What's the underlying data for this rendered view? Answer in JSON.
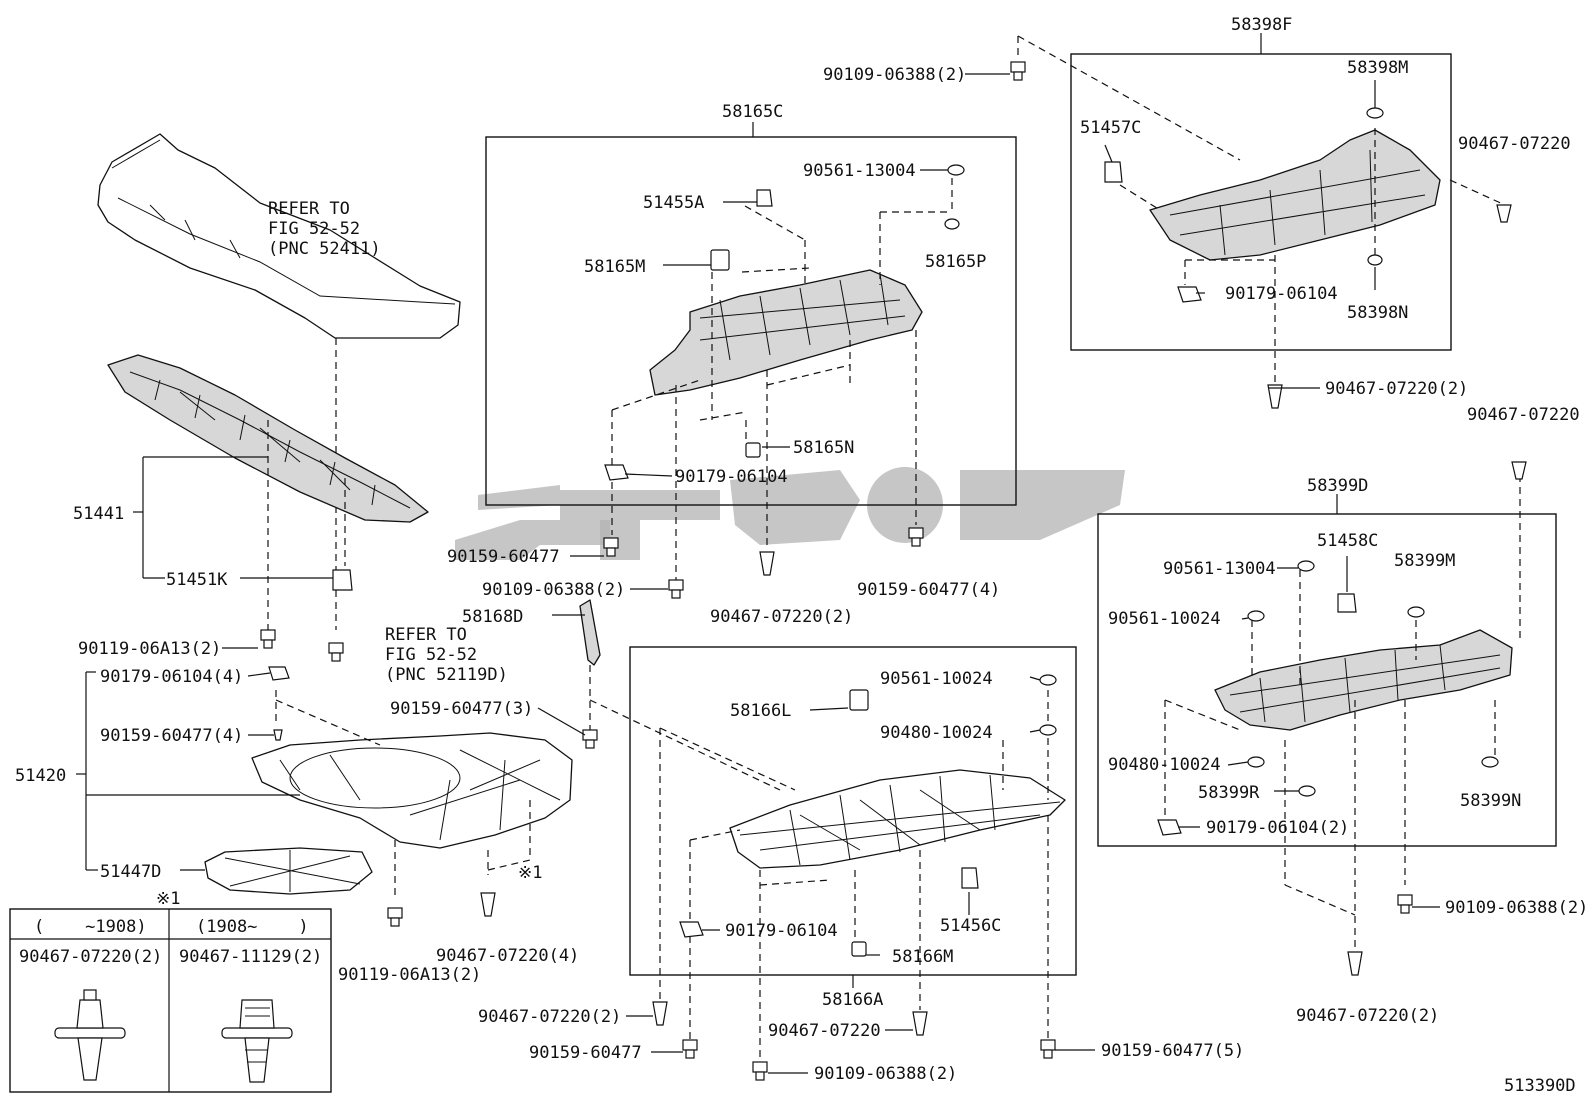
{
  "diagram_id": "513390D",
  "refer_labels": {
    "bumper": [
      "REFER TO",
      "FIG 52-52",
      "(PNC 52411)"
    ],
    "clip": [
      "REFER TO",
      "FIG 52-52",
      "(PNC 52119D)"
    ]
  },
  "group_labels": {
    "g58165C": "58165C",
    "g58398F": "58398F",
    "g58399D": "58399D",
    "g58166A": "58166A",
    "g51441": "51441",
    "g51420": "51420"
  },
  "part_labels": {
    "p90109_06388_2_top": "90109-06388(2)",
    "p58398M": "58398M",
    "p51457C": "51457C",
    "p90467_07220_a": "90467-07220",
    "p90179_06104_a": "90179-06104",
    "p58398N": "58398N",
    "p90467_07220_2_a": "90467-07220(2)",
    "p90467_07220_b": "90467-07220",
    "p90561_13004_a": "90561-13004",
    "p51455A": "51455A",
    "p58165M": "58165M",
    "p58165P": "58165P",
    "p58165N": "58165N",
    "p90179_06104_b": "90179-06104",
    "p90159_60477_a": "90159-60477",
    "p90109_06388_2_b": "90109-06388(2)",
    "p90467_07220_2_b": "90467-07220(2)",
    "p90159_60477_4_a": "90159-60477(4)",
    "p51451K": "51451K",
    "p58168D": "58168D",
    "p90119_06A13_2_a": "90119-06A13(2)",
    "p90179_06104_4": "90179-06104(4)",
    "p90159_60477_3": "90159-60477(3)",
    "p90159_60477_4_b": "90159-60477(4)",
    "p51447D": "51447D",
    "p90119_06A13_2_b": "90119-06A13(2)",
    "p90467_07220_4": "90467-07220(4)",
    "note_mark": "※1",
    "p90561_10024_a": "90561-10024",
    "p58166L": "58166L",
    "p90480_10024_a": "90480-10024",
    "p90179_06104_c": "90179-06104",
    "p51456C": "51456C",
    "p58166M": "58166M",
    "p90467_07220_2_c": "90467-07220(2)",
    "p90467_07220_c": "90467-07220",
    "p90159_60477_b": "90159-60477",
    "p90159_60477_5": "90159-60477(5)",
    "p90109_06388_2_c": "90109-06388(2)",
    "p90561_13004_b": "90561-13004",
    "p51458C": "51458C",
    "p58399M": "58399M",
    "p90561_10024_b": "90561-10024",
    "p90480_10024_b": "90480-10024",
    "p58399R": "58399R",
    "p58399N": "58399N",
    "p90179_06104_2": "90179-06104(2)",
    "p90109_06388_2_d": "90109-06388(2)",
    "p90467_07220_2_d": "90467-07220(2)"
  },
  "legend": {
    "mark": "※1",
    "col1_header": "(    ~1908)",
    "col2_header": "(1908~    )",
    "col1_part": "90467-07220(2)",
    "col2_part": "90467-11129(2)"
  },
  "watermark_text": "ليمو"
}
